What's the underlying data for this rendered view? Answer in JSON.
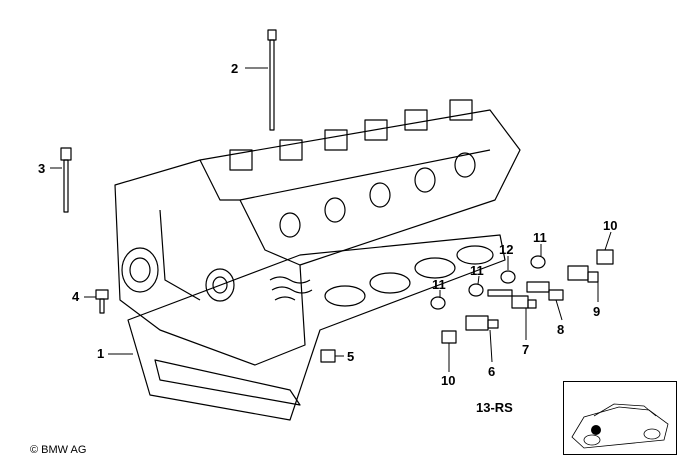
{
  "callouts": [
    {
      "id": "2",
      "text": "2"
    },
    {
      "id": "3",
      "text": "3"
    },
    {
      "id": "4",
      "text": "4"
    },
    {
      "id": "1",
      "text": "1"
    },
    {
      "id": "5",
      "text": "5"
    },
    {
      "id": "12",
      "text": "12"
    },
    {
      "id": "11a",
      "text": "11"
    },
    {
      "id": "10a",
      "text": "10"
    },
    {
      "id": "11b",
      "text": "11"
    },
    {
      "id": "11c",
      "text": "11"
    },
    {
      "id": "9",
      "text": "9"
    },
    {
      "id": "8",
      "text": "8"
    },
    {
      "id": "7",
      "text": "7"
    },
    {
      "id": "6",
      "text": "6"
    },
    {
      "id": "10b",
      "text": "10"
    }
  ],
  "diagram_code": "13-RS",
  "copyright": "© BMW AG",
  "colors": {
    "line": "#000000",
    "background": "#ffffff",
    "marker": "#000000"
  }
}
